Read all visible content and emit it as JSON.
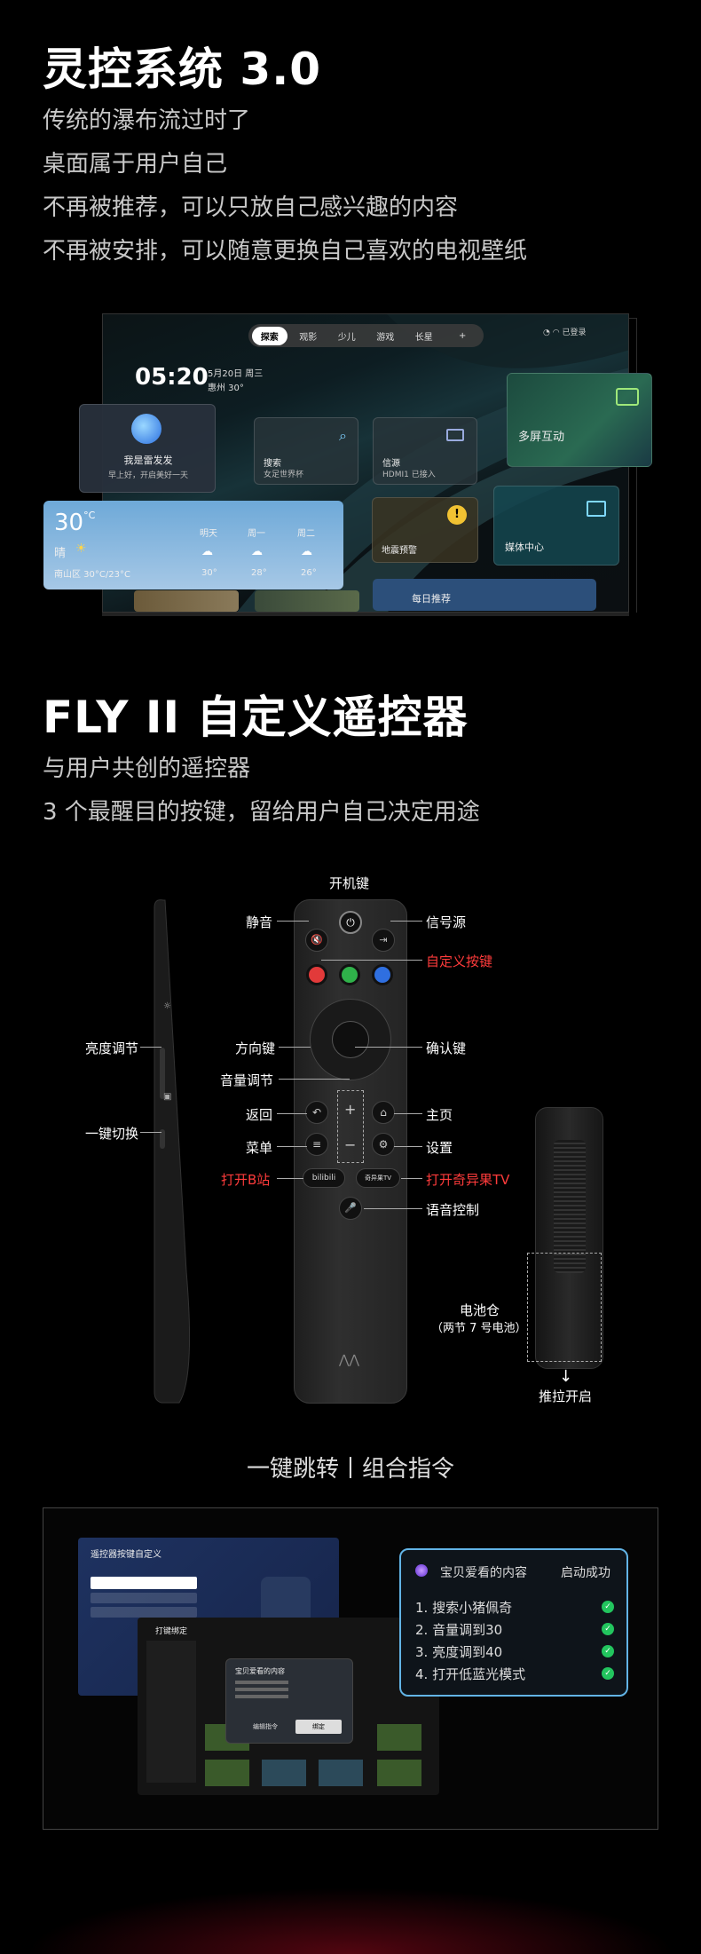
{
  "section1": {
    "title": "灵控系统 3.0",
    "lines": [
      "传统的瀑布流过时了",
      "桌面属于用户自己",
      "不再被推荐，可以只放自己感兴趣的内容",
      "不再被安排，可以随意更换自己喜欢的电视壁纸"
    ]
  },
  "tv": {
    "tabs": [
      "探索",
      "观影",
      "少儿",
      "游戏",
      "长星",
      "+"
    ],
    "time": "05:20",
    "date": "5月20日 周三",
    "location": "惠州 30°",
    "status_right": "已登录",
    "cards": {
      "assistant_title": "我是雷发发",
      "assistant_sub": "早上好，开启美好一天",
      "search_title": "搜索",
      "search_sub": "女足世界杯",
      "source_title": "信源",
      "source_sub": "HDMI1 已接入",
      "multiscreen": "多屏互动",
      "alert": "地震预警",
      "media": "媒体中心",
      "daily": "每日推荐"
    },
    "weather": {
      "temp": "30",
      "unit": "°C",
      "cond": "晴",
      "area": "南山区 30°C/23°C",
      "days": [
        "明天",
        "周一",
        "周二"
      ],
      "day_temps": [
        "30°",
        "28°",
        "26°"
      ]
    }
  },
  "section2": {
    "title": "FLY II 自定义遥控器",
    "lines": [
      "与用户共创的遥控器",
      "3 个最醒目的按键，留给用户自己决定用途"
    ]
  },
  "remote_labels": {
    "power": "开机键",
    "mute": "静音",
    "source": "信号源",
    "custom": "自定义按键",
    "dpad": "方向键",
    "ok": "确认键",
    "volume": "音量调节",
    "back": "返回",
    "home": "主页",
    "menu": "菜单",
    "settings": "设置",
    "bilibili": "打开B站",
    "iqiyi": "打开奇异果TV",
    "voice": "语音控制",
    "brightness": "亮度调节",
    "switch": "一键切换",
    "battery": "电池仓",
    "battery_sub": "（两节 7 号电池）",
    "slide": "推拉开启",
    "bili_btn": "bilibili",
    "iqiyi_btn": "奇异果TV"
  },
  "colors": {
    "red_btn": "#e23a3a",
    "green_btn": "#2fb24a",
    "blue_btn": "#2f6fe0",
    "accent": "#ff3b3b",
    "popup_border": "#62b4e6"
  },
  "section3": {
    "title": "一键跳转丨组合指令",
    "ui_title": "遥控器按键自定义",
    "ui_sub": "打键绑定",
    "dialog_title": "宝贝爱看的内容",
    "dialog_btn1": "编辑指令",
    "dialog_btn2": "绑定",
    "popup": {
      "title": "宝贝爱看的内容",
      "status": "启动成功",
      "items": [
        "1. 搜索小猪佩奇",
        "2. 音量调到30",
        "3. 亮度调到40",
        "4. 打开低蓝光模式"
      ]
    }
  }
}
